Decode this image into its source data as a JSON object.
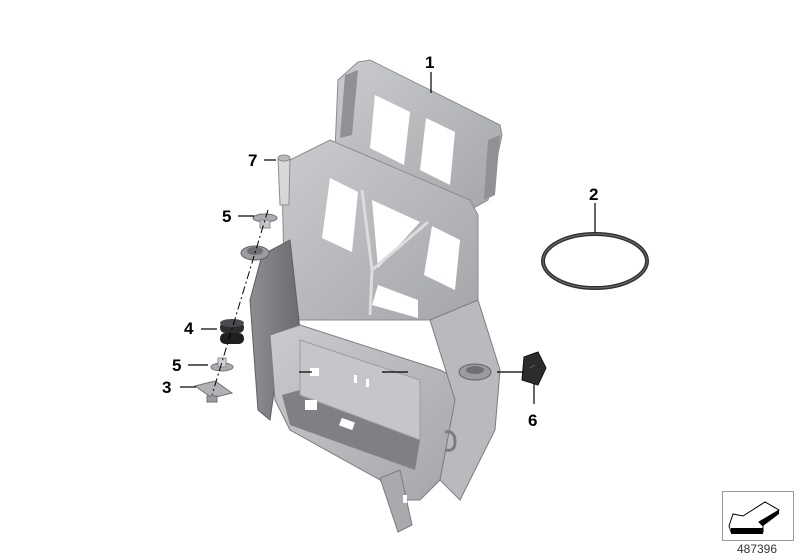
{
  "diagram": {
    "type": "exploded-parts-diagram",
    "reference_id": "487396",
    "callouts": [
      {
        "number": "1",
        "part": "bracket"
      },
      {
        "number": "2",
        "part": "o-ring"
      },
      {
        "number": "3",
        "part": "clip-nut"
      },
      {
        "number": "4",
        "part": "rubber-mount"
      },
      {
        "number": "5",
        "part": "washer"
      },
      {
        "number": "5",
        "part": "washer"
      },
      {
        "number": "6",
        "part": "cage-nut"
      },
      {
        "number": "7",
        "part": "bolt"
      }
    ],
    "colors": {
      "part_gray": "#b4b6b9",
      "part_dark": "#6e7074",
      "part_light": "#d2d4d6",
      "rubber": "#2a2a2c",
      "leader_line": "#000000"
    }
  }
}
